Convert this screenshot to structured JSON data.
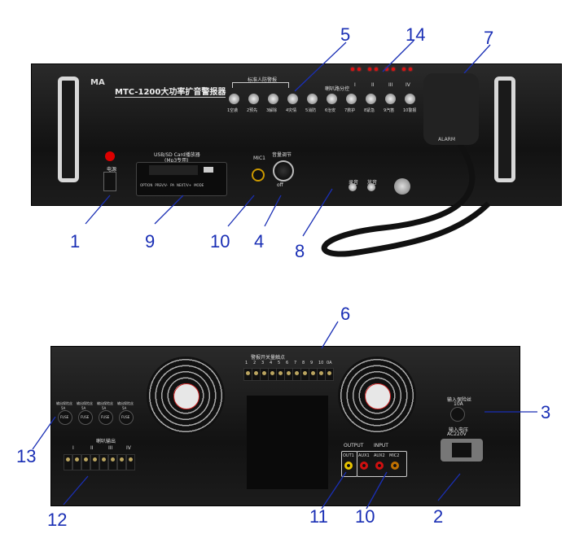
{
  "front": {
    "model": "MTC-1200大功率扩音警报器",
    "logo": "MA",
    "group_label": "标准人防警报",
    "buttons": [
      "1空袭",
      "2预先",
      "3解除",
      "4灾情",
      "5消防",
      "6治安",
      "7救护",
      "8紧急",
      "9汽笛",
      "10警报"
    ],
    "zone_label": "喇叭路分控",
    "zones": [
      "I",
      "II",
      "III",
      "IV"
    ],
    "power_label": "电源",
    "player_label": "USB/SD Card播放器",
    "player_sub": "(Mp3专用)",
    "player_keys": [
      "OPTION",
      "PREV/V-",
      "PA",
      "NEXT/V+",
      "MODE"
    ],
    "mic1": "MIC1",
    "volume_label": "音量调节",
    "volume_off": "off",
    "small_btns": [
      "录音",
      "放音"
    ],
    "mic_brand": "ALARM"
  },
  "rear": {
    "contact_label": "警报开关量触点",
    "contact_nums": [
      "1",
      "2",
      "3",
      "4",
      "5",
      "6",
      "7",
      "8",
      "9",
      "10",
      "0A"
    ],
    "fuse_label": "输出保险丝",
    "fuse_rating": "5A",
    "fuse_text": "FUSE",
    "speaker_label": "喇叭输出",
    "speaker_zones": [
      "I",
      "II",
      "III",
      "IV"
    ],
    "input_fuse_label": "输入保险丝",
    "input_fuse_rating": "10A",
    "voltage_label": "输入电压",
    "voltage": "AC220V",
    "output_label": "OUTPUT",
    "input_label": "INPUT",
    "jacks": [
      "OUT1",
      "AUX1",
      "AUX2",
      "MIC2"
    ]
  },
  "callouts": {
    "c1": "1",
    "c2": "2",
    "c3": "3",
    "c4": "4",
    "c5": "5",
    "c6": "6",
    "c7": "7",
    "c8": "8",
    "c9": "9",
    "c10a": "10",
    "c10b": "10",
    "c11": "11",
    "c12": "12",
    "c13": "13",
    "c14": "14"
  }
}
